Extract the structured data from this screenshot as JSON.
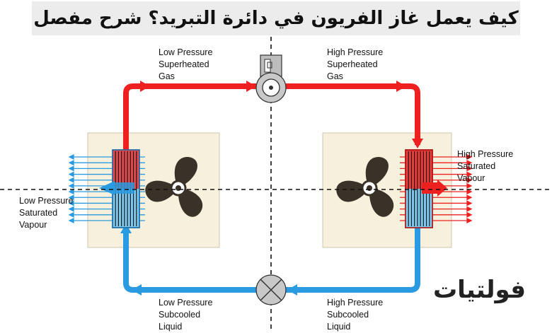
{
  "title": "كيف يعمل غاز الفريون في دائرة التبريد؟ شرح مفصل",
  "watermark": "فولتيات",
  "labels": {
    "evaporator_in": [
      "Low Pressure",
      "Subcooled",
      "Liquid"
    ],
    "compressor_in": [
      "Low Pressure",
      "Superheated",
      "Gas"
    ],
    "compressor_out": [
      "High Pressure",
      "Superheated",
      "Gas"
    ],
    "condenser_out": [
      "High Pressure",
      "Saturated",
      "Vapour"
    ],
    "evaporator_side": [
      "Low Pressure",
      "Saturated",
      "Vapour"
    ],
    "expansion_in": [
      "High Pressure",
      "Subcooled",
      "Liquid"
    ]
  },
  "colors": {
    "hot": "#ee2020",
    "cold": "#2a9be0",
    "unit_panel": "#f7f0dc",
    "fan": "#3a3128",
    "valve": "#c8c8c8"
  },
  "icons": [
    "compressor-icon",
    "expansion-valve-icon",
    "fan-icon"
  ]
}
